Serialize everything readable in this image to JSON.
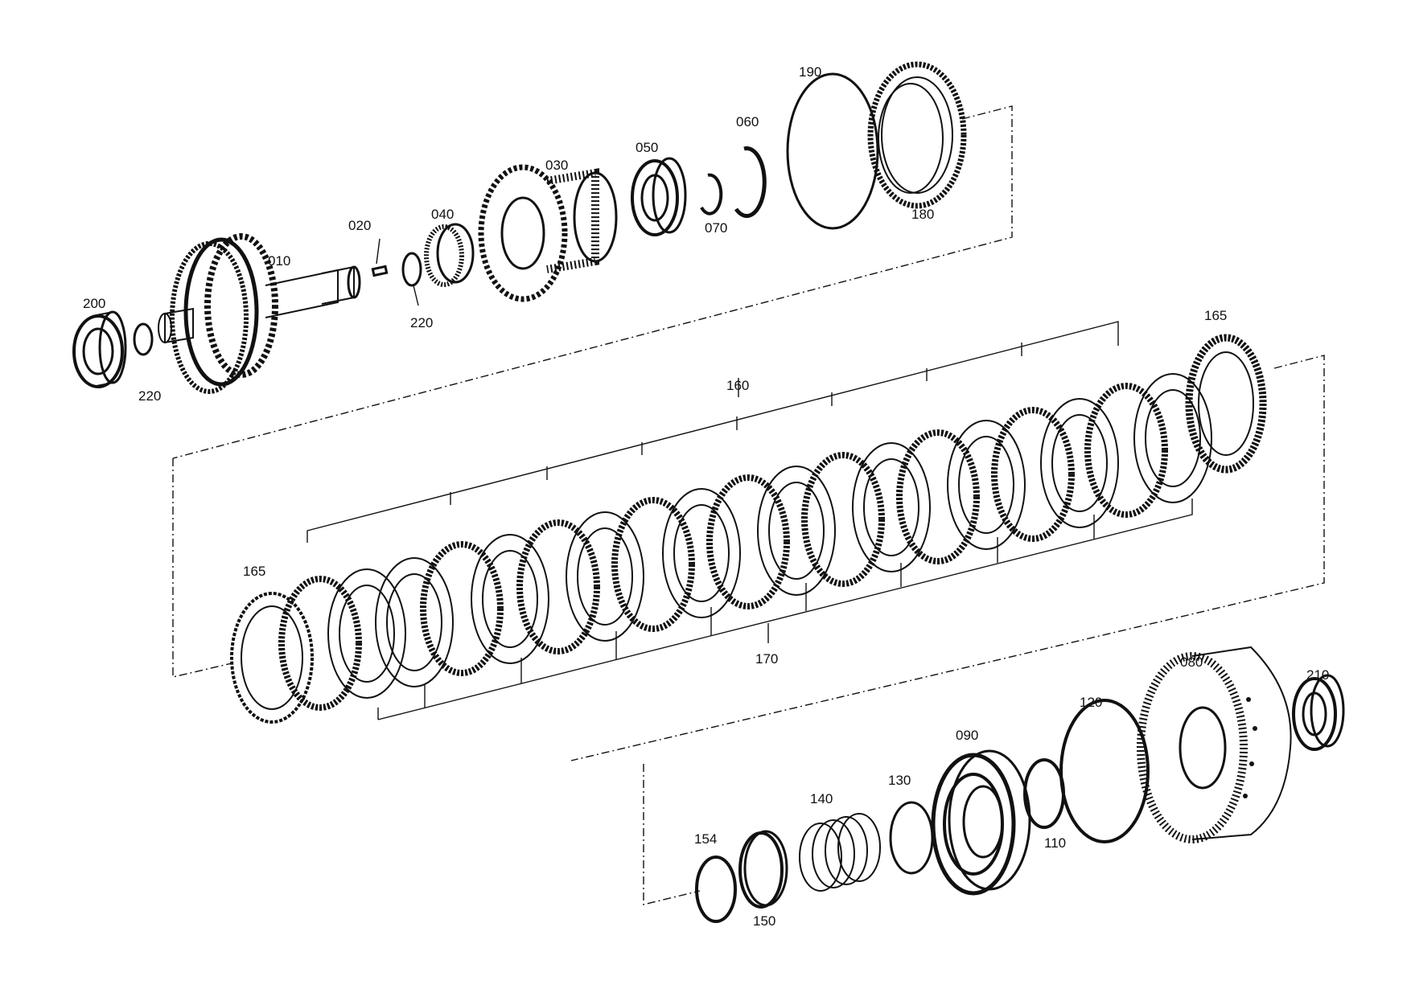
{
  "labels": {
    "p010": "010",
    "p020": "020",
    "p030": "030",
    "p040": "040",
    "p050": "050",
    "p060": "060",
    "p070": "070",
    "p080": "080",
    "p090": "090",
    "p110": "110",
    "p120": "120",
    "p130": "130",
    "p140": "140",
    "p150": "150",
    "p154": "154",
    "p160": "160",
    "p165a": "165",
    "p165b": "165",
    "p170": "170",
    "p180": "180",
    "p190": "190",
    "p200": "200",
    "p210": "210",
    "p220a": "220",
    "p220b": "220"
  },
  "colors": {
    "ink": "#111111",
    "background": "#ffffff"
  }
}
